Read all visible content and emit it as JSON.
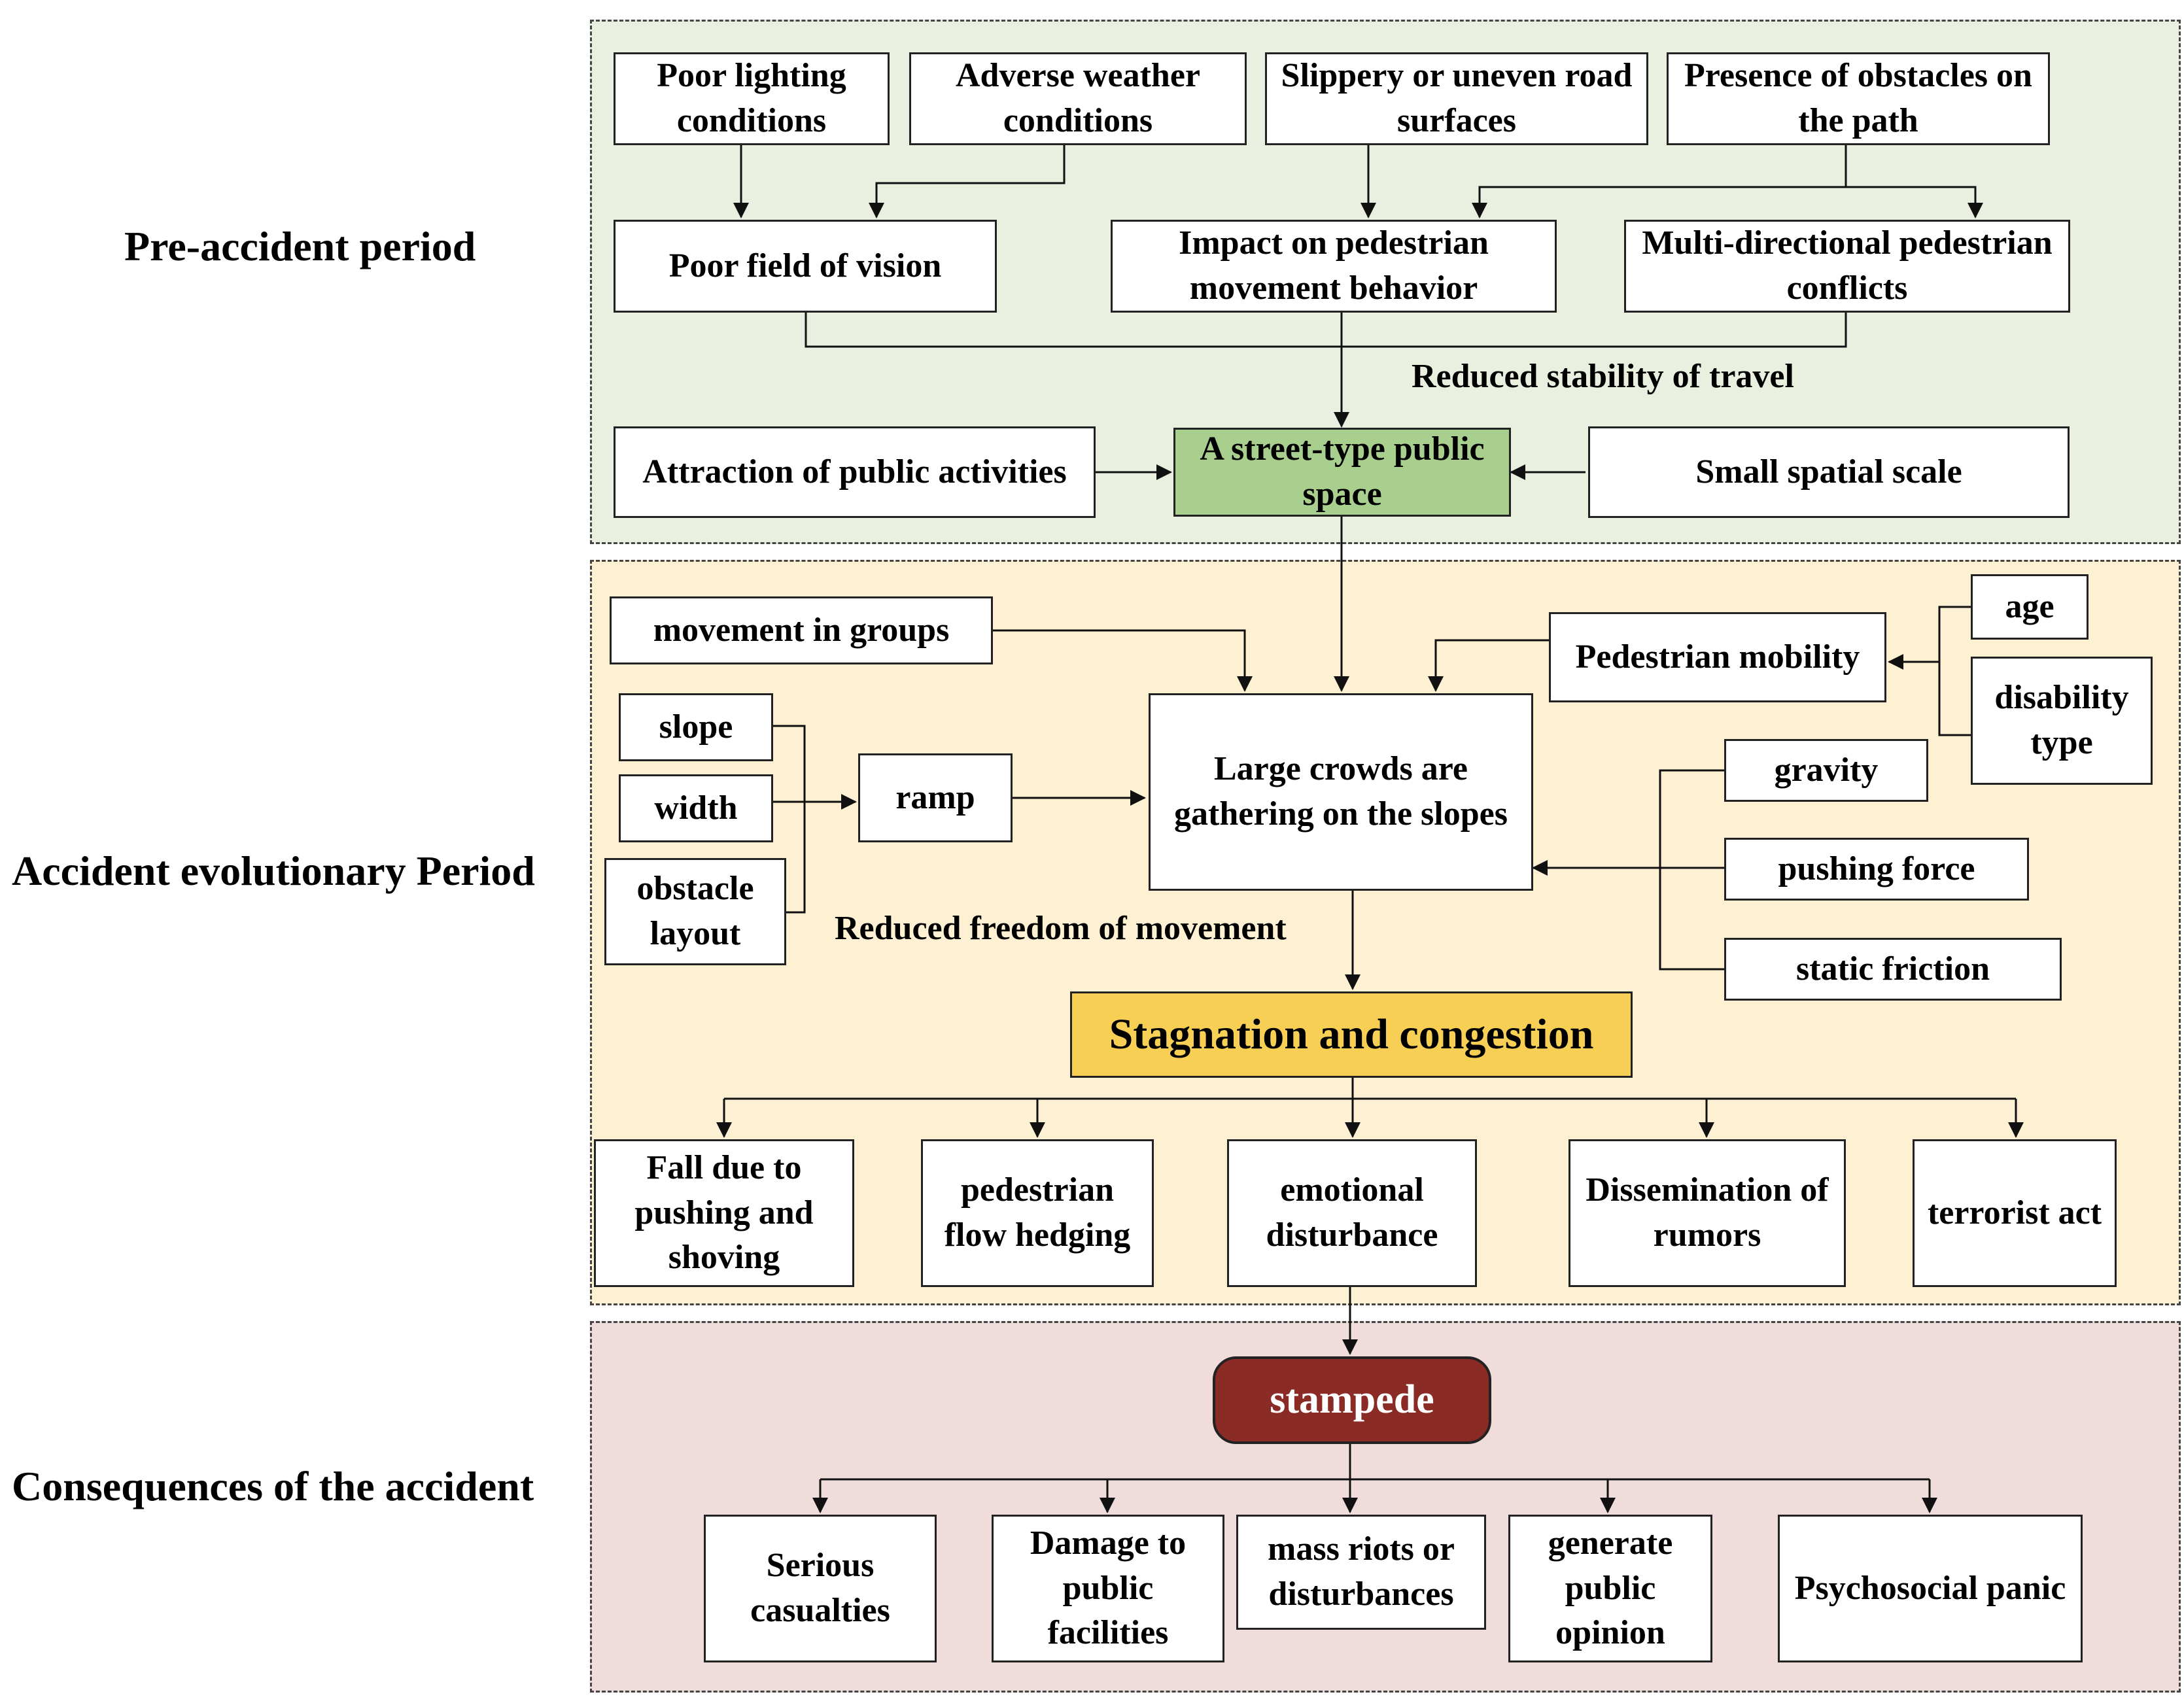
{
  "periods": {
    "pre": "Pre-accident period",
    "evolution": "Accident evolutionary Period",
    "consequences": "Consequences of the accident"
  },
  "nodes": {
    "poor_lighting": "Poor lighting conditions",
    "adverse_weather": "Adverse weather conditions",
    "slippery_surfaces": "Slippery or uneven road surfaces",
    "obstacles_path": "Presence of obstacles on the path",
    "poor_vision": "Poor field of vision",
    "impact_behavior": "Impact on pedestrian movement behavior",
    "multi_conflicts": "Multi-directional pedestrian conflicts",
    "attraction": "Attraction of public activities",
    "street_space": "A street-type public space",
    "small_scale": "Small spatial scale",
    "movement_groups": "movement in groups",
    "pedestrian_mobility": "Pedestrian mobility",
    "age": "age",
    "disability": "disability type",
    "slope": "slope",
    "width": "width",
    "obstacle_layout": "obstacle layout",
    "ramp": "ramp",
    "large_crowds": "Large crowds are gathering on the slopes",
    "gravity": "gravity",
    "pushing_force": "pushing force",
    "static_friction": "static friction",
    "stagnation": "Stagnation and congestion",
    "fall": "Fall due to pushing and shoving",
    "flow_hedging": "pedestrian flow hedging",
    "emotional": "emotional disturbance",
    "rumors": "Dissemination of rumors",
    "terrorist": "terrorist act",
    "stampede": "stampede",
    "casualties": "Serious casualties",
    "damage": "Damage to public facilities",
    "riots": "mass riots or disturbances",
    "opinion": "generate public opinion",
    "panic": "Psychosocial panic"
  },
  "labels": {
    "reduced_stability": "Reduced stability of travel",
    "reduced_freedom": "Reduced freedom of movement"
  },
  "colors": {
    "pre_bg": "#e9f0df",
    "evolution_bg": "#fdf0d3",
    "consequences_bg": "#f1dcdc",
    "street_space": "#a9cf8f",
    "stagnation": "#f8cf55",
    "stampede": "#8b2b26"
  }
}
